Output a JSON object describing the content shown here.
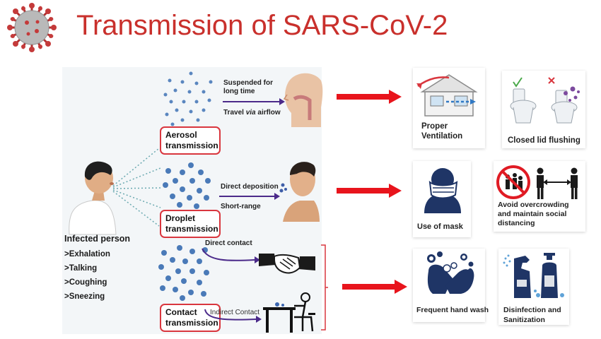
{
  "title": "Transmission of SARS-CoV-2",
  "left_panel": {
    "infected_heading": "Infected person",
    "infected_items": [
      ">Exhalation",
      ">Talking",
      ">Coughing",
      ">Sneezing"
    ],
    "aerosol": {
      "label_line1": "Aerosol",
      "label_line2": "transmission",
      "note_line1": "Suspended for",
      "note_line2": "long time",
      "travel_prefix": "Travel ",
      "travel_via": "via",
      "travel_suffix": " airflow"
    },
    "droplet": {
      "label_line1": "Droplet",
      "label_line2": "transmission",
      "direct_deposition": "Direct deposition",
      "short_range": "Short-range"
    },
    "contact": {
      "label_line1": "Contact",
      "label_line2": "transmission",
      "direct_contact": "Direct contact",
      "indirect_contact": "Indirect Contact"
    }
  },
  "prevention": {
    "ventilation_line1": "Proper",
    "ventilation_line2": "Ventilation",
    "flushing": "Closed lid flushing",
    "mask": "Use of mask",
    "crowd_line1": "Avoid overcrowding",
    "crowd_line2": "and maintain social",
    "crowd_line3": "distancing",
    "handwash": "Frequent hand wash",
    "disinfection_line1": "Disinfection and",
    "disinfection_line2": "Sanitization"
  },
  "colors": {
    "title": "#c9302c",
    "arrow_red": "#e8141c",
    "label_border": "#d9363e",
    "particle": "#4a7ab8",
    "purple_arrow": "#4b2a8a",
    "icon_navy": "#1f3566"
  },
  "icons": [
    "virus-icon",
    "ventilation-house-icon",
    "toilet-icon",
    "mask-icon",
    "no-crowd-icon",
    "handwash-icon",
    "spray-bottle-icon",
    "handshake-icon",
    "desk-person-icon"
  ]
}
